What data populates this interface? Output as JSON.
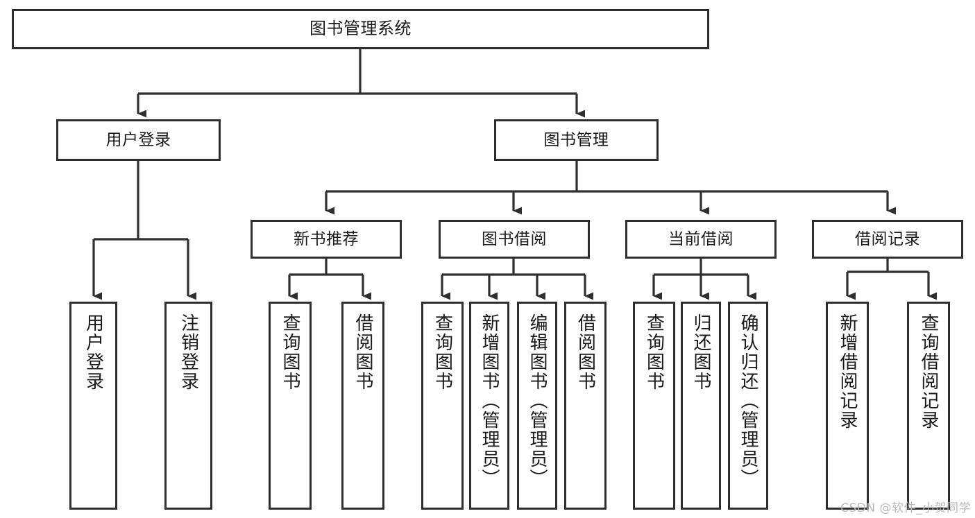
{
  "diagram": {
    "title": "图书管理系统",
    "type": "tree",
    "orientation": "top-down",
    "colors": {
      "background": "#ffffff",
      "node_border": "#2f2f2f",
      "node_fill": "#ffffff",
      "edge": "#2f2f2f",
      "text": "#1a1a1a",
      "watermark": "#b9b9b9"
    },
    "root": {
      "id": "root",
      "label": "图书管理系统"
    },
    "level1": [
      {
        "id": "user-login",
        "label": "用户登录"
      },
      {
        "id": "book-management",
        "label": "图书管理"
      }
    ],
    "level2": [
      {
        "id": "new-book-recommend",
        "label": "新书推荐",
        "parent": "book-management"
      },
      {
        "id": "book-borrow",
        "label": "图书借阅",
        "parent": "book-management"
      },
      {
        "id": "current-borrow",
        "label": "当前借阅",
        "parent": "book-management"
      },
      {
        "id": "borrow-record",
        "label": "借阅记录",
        "parent": "book-management"
      }
    ],
    "leaves": [
      {
        "id": "leaf-user-login",
        "label": "用户登录",
        "parent": "user-login"
      },
      {
        "id": "leaf-logout-login",
        "label": "注销登录",
        "parent": "user-login"
      },
      {
        "id": "leaf-query-book-1",
        "label": "查询图书",
        "parent": "new-book-recommend"
      },
      {
        "id": "leaf-borrow-book-1",
        "label": "借阅图书",
        "parent": "new-book-recommend"
      },
      {
        "id": "leaf-query-book-2",
        "label": "查询图书",
        "parent": "book-borrow"
      },
      {
        "id": "leaf-add-book",
        "label": "新增图书（管理员）",
        "parent": "book-borrow"
      },
      {
        "id": "leaf-edit-book",
        "label": "编辑图书（管理员）",
        "parent": "book-borrow"
      },
      {
        "id": "leaf-borrow-book-2",
        "label": "借阅图书",
        "parent": "book-borrow"
      },
      {
        "id": "leaf-query-book-3",
        "label": "查询图书",
        "parent": "current-borrow"
      },
      {
        "id": "leaf-return-book",
        "label": "归还图书",
        "parent": "current-borrow"
      },
      {
        "id": "leaf-confirm-return",
        "label": "确认归还（管理员）",
        "parent": "current-borrow"
      },
      {
        "id": "leaf-add-record",
        "label": "新增借阅记录",
        "parent": "borrow-record"
      },
      {
        "id": "leaf-query-record",
        "label": "查询借阅记录",
        "parent": "borrow-record"
      }
    ]
  },
  "watermark": {
    "text": "CSDN @软件_小贺同学"
  }
}
